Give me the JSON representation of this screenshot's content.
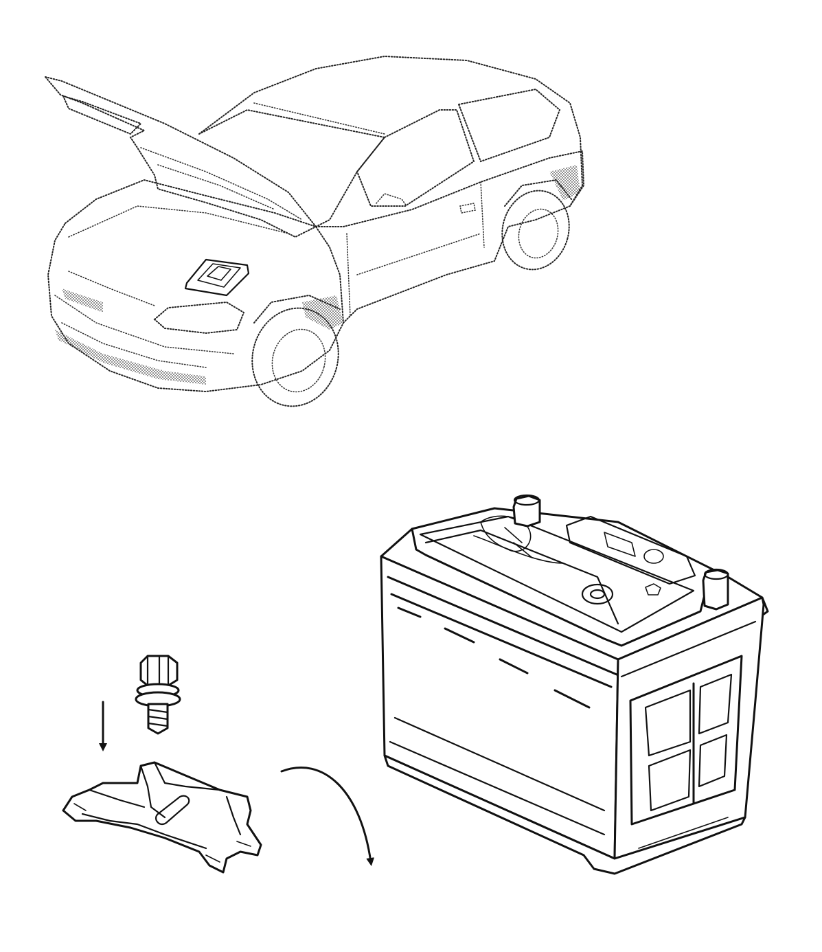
{
  "figure": {
    "kind": "technical-illustration",
    "subject_parts": [
      "car-with-open-hood",
      "battery-location-marker",
      "battery",
      "clamp-bolt",
      "hold-down-clamp",
      "down-arrow",
      "curved-arrow"
    ],
    "line_color": "#111111",
    "background": "#ffffff"
  }
}
